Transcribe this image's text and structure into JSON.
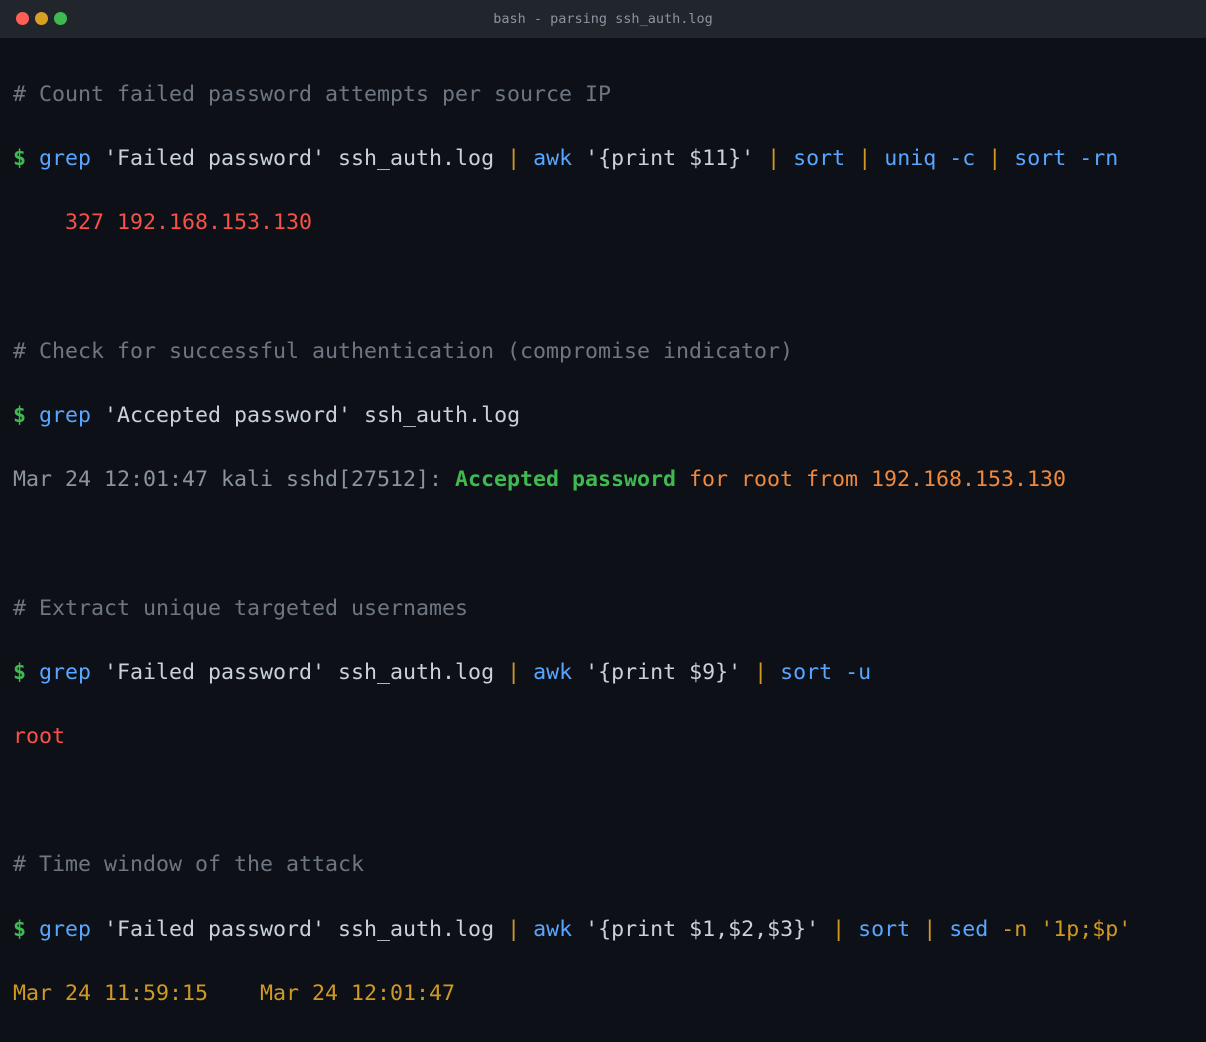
{
  "window": {
    "title": "bash - parsing ssh_auth.log"
  },
  "blocks": [
    {
      "comment": "# Count failed password attempts per source IP",
      "cmd": {
        "prompt": "$",
        "grep": "grep",
        "arg": " 'Failed password' ssh_auth.log ",
        "p1": "|",
        "awk": "awk",
        "awkarg": " '{print $11}' ",
        "p2": "|",
        "c3": "sort",
        "p3": "|",
        "c4": "uniq -c",
        "p4": "|",
        "c5": "sort -rn"
      },
      "output": "    327 192.168.153.130"
    },
    {
      "comment": "# Check for successful authentication (compromise indicator)",
      "cmd": {
        "prompt": "$",
        "grep": "grep",
        "arg": " 'Accepted password' ssh_auth.log"
      },
      "output": {
        "prefix": "Mar 24 12:01:47 kali sshd[27512]: ",
        "accepted": "Accepted password",
        "rest": " for root from 192.168.153.130"
      }
    },
    {
      "comment": "# Extract unique targeted usernames",
      "cmd": {
        "prompt": "$",
        "grep": "grep",
        "arg": " 'Failed password' ssh_auth.log ",
        "p1": "|",
        "awk": "awk",
        "awkarg": " '{print $9}' ",
        "p2": "|",
        "c3": "sort -u"
      },
      "output": "root"
    },
    {
      "comment": "# Time window of the attack",
      "cmd": {
        "prompt": "$",
        "grep": "grep",
        "arg": " 'Failed password' ssh_auth.log ",
        "p1": "|",
        "awk": "awk",
        "awkarg": " '{print $1,$2,$3}' ",
        "p2": "|",
        "c3": "sort",
        "p3": "|",
        "c4": "sed",
        "c4arg": " -n '1p;$p'"
      },
      "output": {
        "first": "Mar 24 11:59:15",
        "gap": "    ",
        "last": "Mar 24 12:01:47"
      }
    }
  ],
  "colors": {
    "background": "#0d1117",
    "titlebar": "#21262d",
    "comment": "#6e7681",
    "prompt": "#3fb950",
    "command": "#58a6ff",
    "pipe": "#d29922",
    "error": "#f85149",
    "accepted": "#3fb950",
    "warning": "#f0883e",
    "timestamp": "#d29922"
  }
}
